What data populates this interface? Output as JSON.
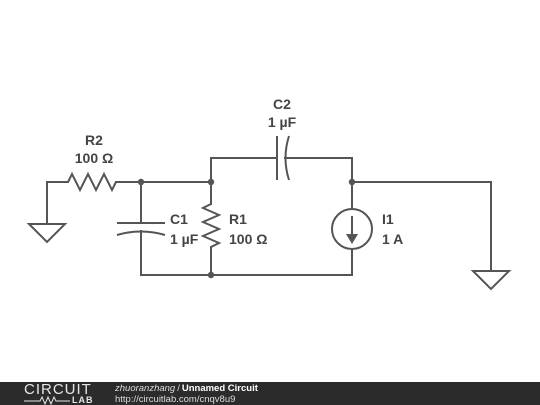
{
  "schematic": {
    "components": {
      "r2": {
        "name": "R2",
        "value": "100 Ω"
      },
      "c2": {
        "name": "C2",
        "value": "1 µF"
      },
      "c1": {
        "name": "C1",
        "value": "1 µF"
      },
      "r1": {
        "name": "R1",
        "value": "100 Ω"
      },
      "i1": {
        "name": "I1",
        "value": "1 A"
      }
    },
    "colors": {
      "wire": "#555555",
      "label": "#444444"
    }
  },
  "footer": {
    "logo_top": "CIRCUIT",
    "logo_bottom": "LAB",
    "author": "zhuoranzhang",
    "separator": "/",
    "title": "Unnamed Circuit",
    "url": "http://circuitlab.com/cnqv8u9",
    "background": "#2b2b2b"
  }
}
